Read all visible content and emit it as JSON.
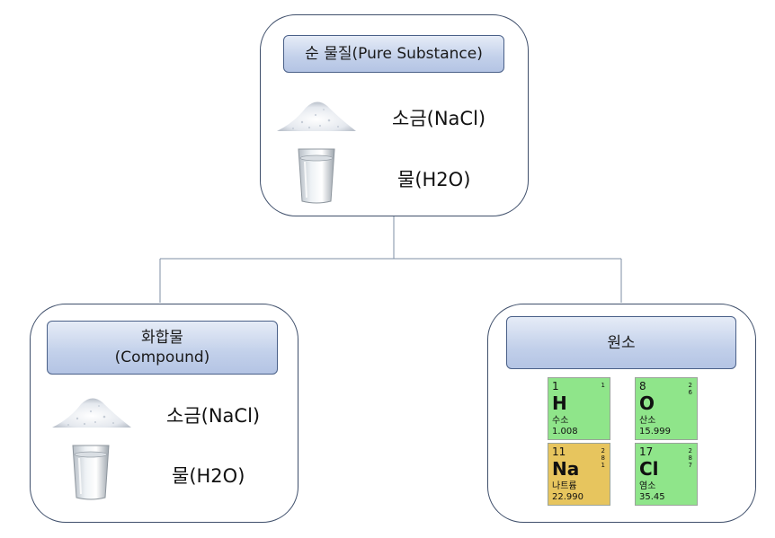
{
  "top": {
    "title": "순 물질(Pure Substance)",
    "items": [
      {
        "label": "소금(NaCl)",
        "icon": "salt-pile-icon"
      },
      {
        "label": "물(H2O)",
        "icon": "water-glass-icon"
      }
    ]
  },
  "left": {
    "title_line1": "화합물",
    "title_line2": "(Compound)",
    "items": [
      {
        "label": "소금(NaCl)",
        "icon": "salt-pile-icon"
      },
      {
        "label": "물(H2O)",
        "icon": "water-glass-icon"
      }
    ]
  },
  "right": {
    "title": "원소",
    "elements": [
      {
        "number": "1",
        "symbol": "H",
        "name": "수소",
        "mass": "1.008",
        "shells": [
          "1"
        ],
        "color": "#8fe58a"
      },
      {
        "number": "8",
        "symbol": "O",
        "name": "산소",
        "mass": "15.999",
        "shells": [
          "2",
          "6"
        ],
        "color": "#8fe58a"
      },
      {
        "number": "11",
        "symbol": "Na",
        "name": "나트륨",
        "mass": "22.990",
        "shells": [
          "2",
          "8",
          "1"
        ],
        "color": "#e7c55e"
      },
      {
        "number": "17",
        "symbol": "Cl",
        "name": "염소",
        "mass": "35.45",
        "shells": [
          "2",
          "8",
          "7"
        ],
        "color": "#8fe58a"
      }
    ]
  }
}
